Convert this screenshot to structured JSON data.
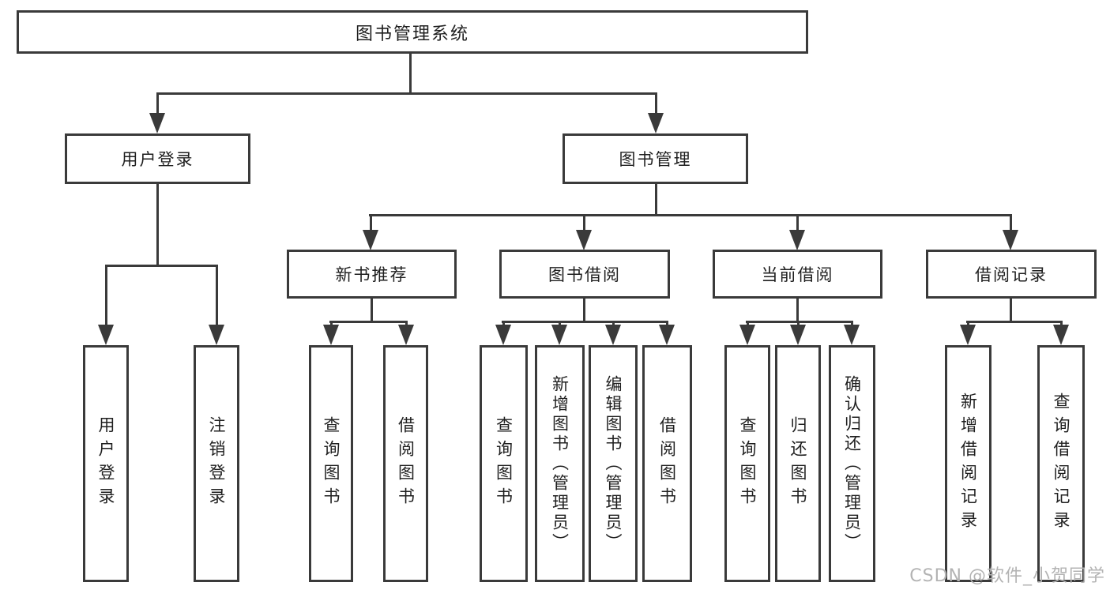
{
  "colors": {
    "line": "#3a3a3a",
    "text": "#1f1f1f",
    "box-bg": "#ffffff",
    "page-bg": "#ffffff",
    "watermark": "#b3b3b3"
  },
  "watermark": {
    "text": "CSDN @软件_小贺同学"
  },
  "diagram": {
    "type": "tree",
    "root": {
      "label": "图书管理系统"
    },
    "branches": [
      {
        "label": "用户登录",
        "children": [
          {
            "label": "用户登录"
          },
          {
            "label": "注销登录"
          }
        ]
      },
      {
        "label": "图书管理",
        "children": [
          {
            "label": "新书推荐",
            "children": [
              {
                "label": "查询图书"
              },
              {
                "label": "借阅图书"
              }
            ]
          },
          {
            "label": "图书借阅",
            "children": [
              {
                "label": "查询图书"
              },
              {
                "label": "新增图书（管理员）"
              },
              {
                "label": "编辑图书（管理员）"
              },
              {
                "label": "借阅图书"
              }
            ]
          },
          {
            "label": "当前借阅",
            "children": [
              {
                "label": "查询图书"
              },
              {
                "label": "归还图书"
              },
              {
                "label": "确认归还（管理员）"
              }
            ]
          },
          {
            "label": "借阅记录",
            "children": [
              {
                "label": "新增借阅记录"
              },
              {
                "label": "查询借阅记录"
              }
            ]
          }
        ]
      }
    ]
  }
}
